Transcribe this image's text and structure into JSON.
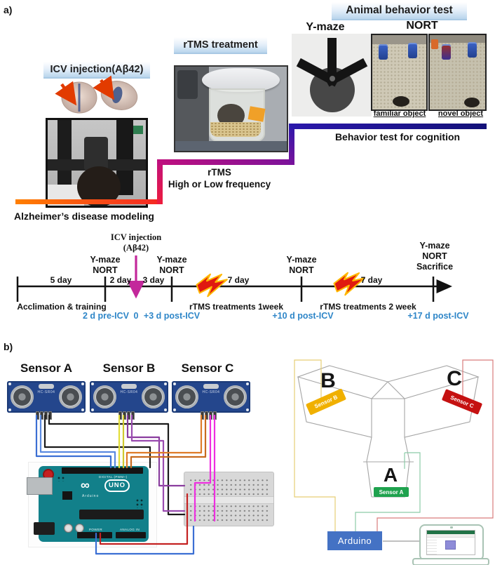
{
  "panel_a": {
    "label": "a)",
    "chips": {
      "icv": "ICV injection(Aβ42)",
      "rtms": "rTMS treatment",
      "behavior": "Animal behavior test"
    },
    "photo_labels": {
      "ymaze": "Y-maze",
      "nort": "NORT",
      "familiar": "familiar object",
      "novel": "novel object"
    },
    "captions": {
      "ad": "Alzheimer’s disease modeling",
      "rtms1": "rTMS",
      "rtms2": "High or Low frequency",
      "behavior": "Behavior test for cognition"
    },
    "timeline": {
      "icv_line1": "ICV injection",
      "icv_line2": "(Aβ42)",
      "events": [
        {
          "l1": "Y-maze",
          "l2": "NORT"
        },
        {
          "l1": "Y-maze",
          "l2": "NORT"
        },
        {
          "l1": "Y-maze",
          "l2": "NORT"
        },
        {
          "l1": "Y-maze",
          "l2": "NORT",
          "l3": "Sacrifice"
        }
      ],
      "durations": [
        "5 day",
        "2 day",
        "3 day",
        "7 day",
        "7 day"
      ],
      "below": [
        "Acclimation & training",
        "rTMS treatments 1week",
        "rTMS treatments 2 week"
      ],
      "timepoints": [
        "2 d pre-ICV",
        "0",
        "+3 d post-ICV",
        "+10 d post-ICV",
        "+17 d post-ICV"
      ]
    }
  },
  "panel_b": {
    "label": "b)",
    "sensors": [
      {
        "label": "Sensor A",
        "chip": "HC-SR04"
      },
      {
        "label": "Sensor B",
        "chip": "HC-SR04"
      },
      {
        "label": "Sensor C",
        "chip": "HC-SR04"
      }
    ],
    "arduino": {
      "logo": "UNO",
      "brand": "Arduino",
      "infinity": "∞",
      "digital": "DIGITAL (PWM~)",
      "power": "POWER",
      "analog": "ANALOG IN"
    },
    "maze": {
      "arm_a": "A",
      "arm_b": "B",
      "arm_c": "C",
      "sensor_a": "Sensor A",
      "sensor_b": "Sensor B",
      "sensor_c": "Sensor C",
      "arduino_box": "Arduino"
    }
  },
  "colors": {
    "chip_blue": "#bdd7ee",
    "timeline_blue": "#2e86c8",
    "icv_arrow_magenta": "#c3289b",
    "stair_orange": "#ff6f00",
    "stair_red": "#ee1c3c",
    "stair_magenta": "#b5138e",
    "stair_purple": "#6c15a0",
    "stair_navy": "#1b148f",
    "sensor_pcb_navy": "#24468c",
    "arduino_teal": "#12808a",
    "maze_sensor_a_green": "#1fa24e",
    "maze_sensor_b_yellow": "#f0b000",
    "maze_sensor_c_red": "#c51111",
    "maze_arduino_blue": "#4472c4",
    "excel_green": "#217346",
    "lightning_red": "#e01910",
    "lightning_yellow": "#ffb800"
  }
}
